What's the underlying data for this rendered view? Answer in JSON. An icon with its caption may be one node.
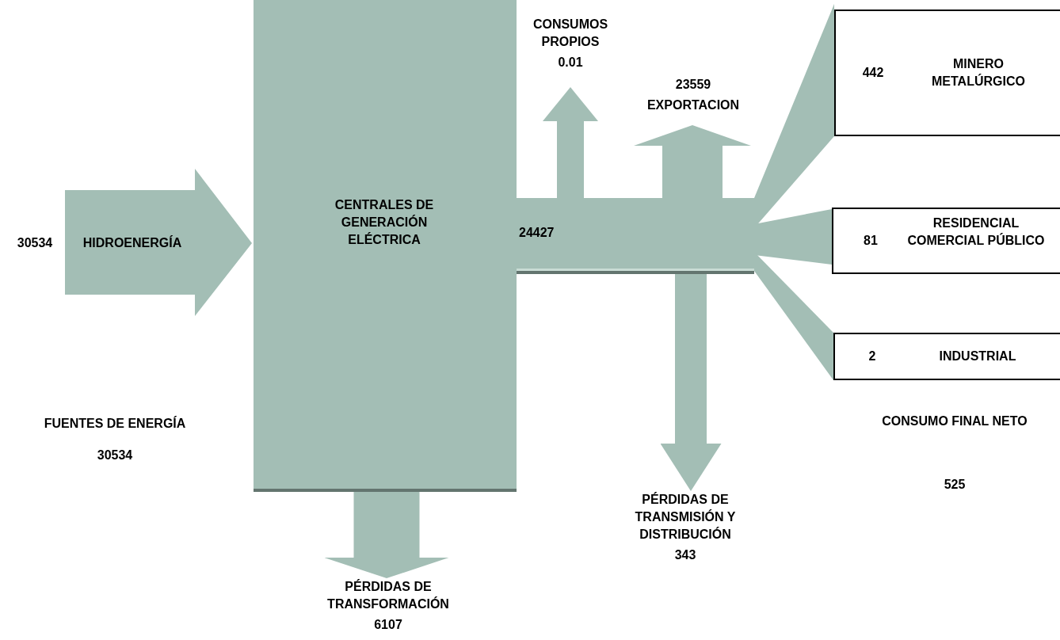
{
  "diagram": {
    "nodes": [
      {
        "text": [
          "HIDROENERGÍA"
        ],
        "beside": [
          "30534"
        ]
      },
      {
        "text": [
          "CENTRALES DE GENERACIÓN ELÉCTRICA"
        ]
      },
      {
        "text": [
          "24427"
        ]
      },
      {
        "text": [
          "CONSUMOS PROPIOS",
          "0.01"
        ]
      },
      {
        "text": [
          "23559",
          "EXPORTACION"
        ]
      },
      {
        "text": [
          "442",
          "MINERO METALÚRGICO"
        ]
      },
      {
        "text": [
          "81",
          "RESIDENCIAL COMERCIAL PÚBLICO"
        ]
      },
      {
        "text": [
          "2",
          "INDUSTRIAL"
        ]
      },
      {
        "text": [
          "PÉRDIDAS DE TRANSMISIÓN Y DISTRIBUCIÓN",
          "343"
        ]
      },
      {
        "text": [
          "PÉRDIDAS DE TRANSFORMACIÓN",
          "6107"
        ]
      }
    ],
    "edges": [
      {
        "from": 1,
        "to": 9,
        "arrow": "to",
        "style": "thick"
      },
      {
        "from": 2,
        "to": 3,
        "arrow": "to"
      },
      {
        "from": 2,
        "to": 4,
        "arrow": "to",
        "style": "thick"
      },
      {
        "from": 2,
        "to": 8,
        "arrow": "to"
      },
      {
        "from": 2,
        "to": 5,
        "arrow": "none"
      },
      {
        "from": 2,
        "to": 6,
        "arrow": "none"
      },
      {
        "from": 2,
        "to": 7,
        "arrow": "none"
      }
    ],
    "labels": [
      "FUENTES DE ENERGÍA",
      "30534",
      "CONSUMO FINAL NETO",
      "525"
    ]
  }
}
